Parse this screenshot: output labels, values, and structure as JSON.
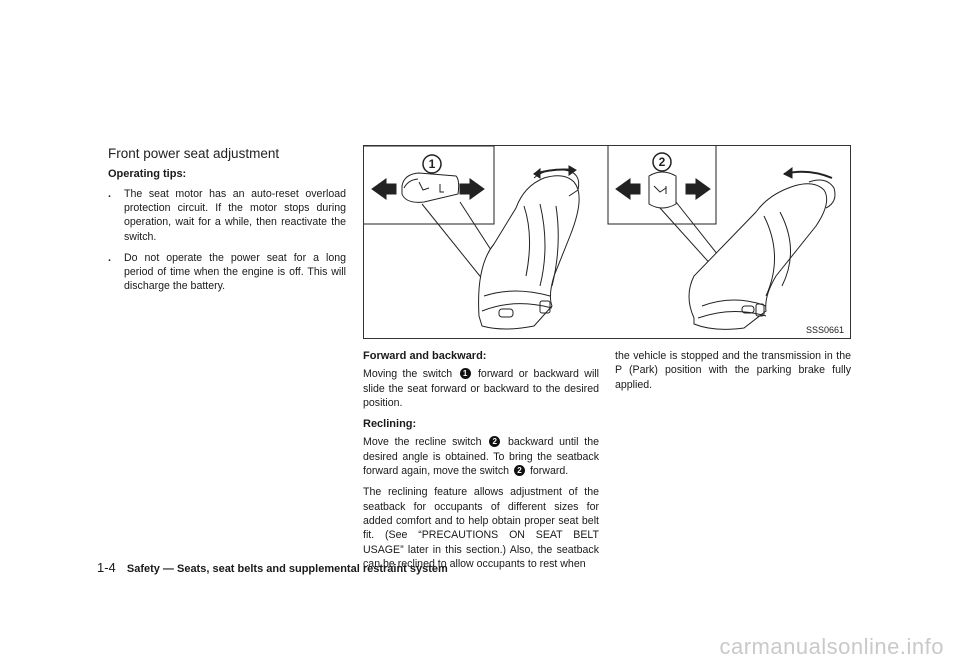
{
  "section_title": "Front power seat adjustment",
  "operating_tips_heading": "Operating tips:",
  "bullets": [
    "The seat motor has an auto-reset overload protection circuit. If the motor stops during operation, wait for a while, then reactivate the switch.",
    "Do not operate the power seat for a long period of time when the engine is off. This will discharge the battery."
  ],
  "figure": {
    "code": "SSS0661",
    "callout_1": "1",
    "callout_2": "2"
  },
  "forward": {
    "heading": "Forward and backward:",
    "text_a": "Moving the switch",
    "text_b": "forward or backward will slide the seat forward or backward to the desired position."
  },
  "reclining": {
    "heading": "Reclining:",
    "p1_a": "Move the recline switch",
    "p1_b": "backward until the desired angle is obtained. To bring the seatback forward again, move the switch",
    "p1_c": "forward.",
    "p2": "The reclining feature allows adjustment of the seatback for occupants of different sizes for added comfort and to help obtain proper seat belt fit. (See “PRECAUTIONS ON SEAT BELT USAGE” later in this section.) Also, the seatback can be reclined to allow occupants to rest when",
    "p3": "the vehicle is stopped and the transmission in the P (Park) position with the parking brake fully applied."
  },
  "footer": {
    "page": "1-4",
    "title": "Safety — Seats, seat belts and supplemental restraint system"
  },
  "watermark": "carmanualsonline.info"
}
